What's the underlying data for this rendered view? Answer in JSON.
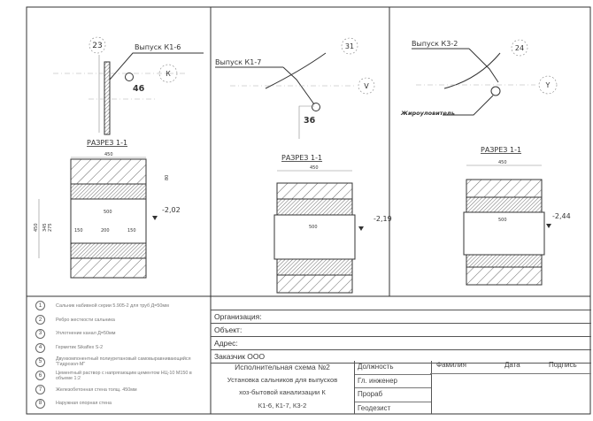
{
  "panels": [
    {
      "outlet_label": "Выпуск К1-6",
      "grid_mark": "23",
      "axis_mark": "К",
      "distance": "46",
      "section_title": "РАЗРЕЗ 1-1",
      "wall_width": "450",
      "pipe_width": "500",
      "level": "-2,02",
      "dims": [
        "450",
        "345",
        "275",
        "150",
        "200",
        "150",
        "80"
      ]
    },
    {
      "outlet_label": "Выпуск К1-7",
      "grid_mark": "31",
      "axis_mark": "V",
      "distance": "36",
      "section_title": "РАЗРЕЗ 1-1",
      "wall_width": "450",
      "pipe_width": "500",
      "level": "-2,19"
    },
    {
      "outlet_label": "Выпуск К3-2",
      "grid_mark": "24",
      "axis_mark": "Y",
      "extra_label": "Жироуловитель",
      "section_title": "РАЗРЕЗ 1-1",
      "wall_width": "450",
      "pipe_width": "500",
      "level": "-2,44"
    }
  ],
  "legend": [
    {
      "num": "1",
      "text": "Сальник набивной серии 5.905-2 для труб Д=50мм"
    },
    {
      "num": "2",
      "text": "Ребро жесткости сальника"
    },
    {
      "num": "3",
      "text": "Уплотнение канал Д=50мм"
    },
    {
      "num": "4",
      "text": "Герметик Sikaflex S-2"
    },
    {
      "num": "5",
      "text": "Двухкомпонентный полиуретановый самовыравнивающийся \"Гидрозол-М\""
    },
    {
      "num": "6",
      "text": "Цементный раствор с напрягающим цементом НЦ-10 М150 в объеме 1:2"
    },
    {
      "num": "7",
      "text": "Железобетонная стена толщ. 450мм"
    },
    {
      "num": "8",
      "text": "Наружная опорная стена"
    }
  ],
  "title_block": {
    "organization": "Организация:",
    "object": "Объект:",
    "address": "Адрес:",
    "customer": "Заказчик ООО",
    "description": [
      "Исполнительная схема №2",
      "Установка сальников для выпусков",
      "хоз-бытовой канализации К",
      "К1-6, К1-7, К3-2"
    ],
    "roles": [
      "Должность",
      "Гл. инженер",
      "Прораб",
      "Геодезист"
    ],
    "headers": {
      "surname": "Фамилия",
      "date": "Дата",
      "signature": "Подпись"
    }
  }
}
